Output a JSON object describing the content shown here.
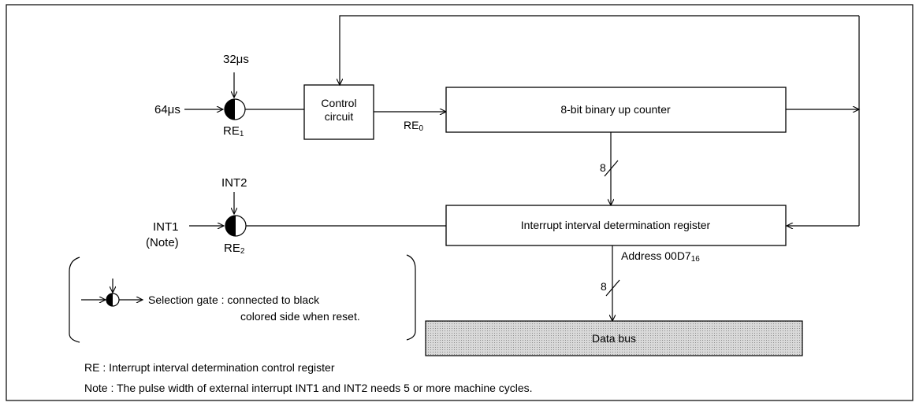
{
  "inputs": {
    "clock_64": "64μs",
    "clock_32": "32μs",
    "int1": "INT1",
    "int1_note": "(Note)",
    "int2": "INT2"
  },
  "gates": {
    "re1": {
      "prefix": "RE",
      "sub": "1"
    },
    "re2": {
      "prefix": "RE",
      "sub": "2"
    }
  },
  "blocks": {
    "control_line1": "Control",
    "control_line2": "circuit",
    "counter": "8-bit binary up counter",
    "register": "Interrupt interval determination register",
    "data_bus": "Data bus"
  },
  "signals": {
    "re0": {
      "prefix": "RE",
      "sub": "0"
    },
    "bus_width_1": "8",
    "bus_width_2": "8",
    "address": {
      "prefix": "Address 00D7",
      "sub": "16"
    }
  },
  "legend": {
    "gate_desc_line1": "Selection gate : connected to black",
    "gate_desc_line2": "colored side when reset."
  },
  "footnotes": {
    "re_def": "RE : Interrupt interval determination control register",
    "note": "Note : The pulse width of external interrupt INT1 and INT2 needs 5 or more machine cycles."
  }
}
